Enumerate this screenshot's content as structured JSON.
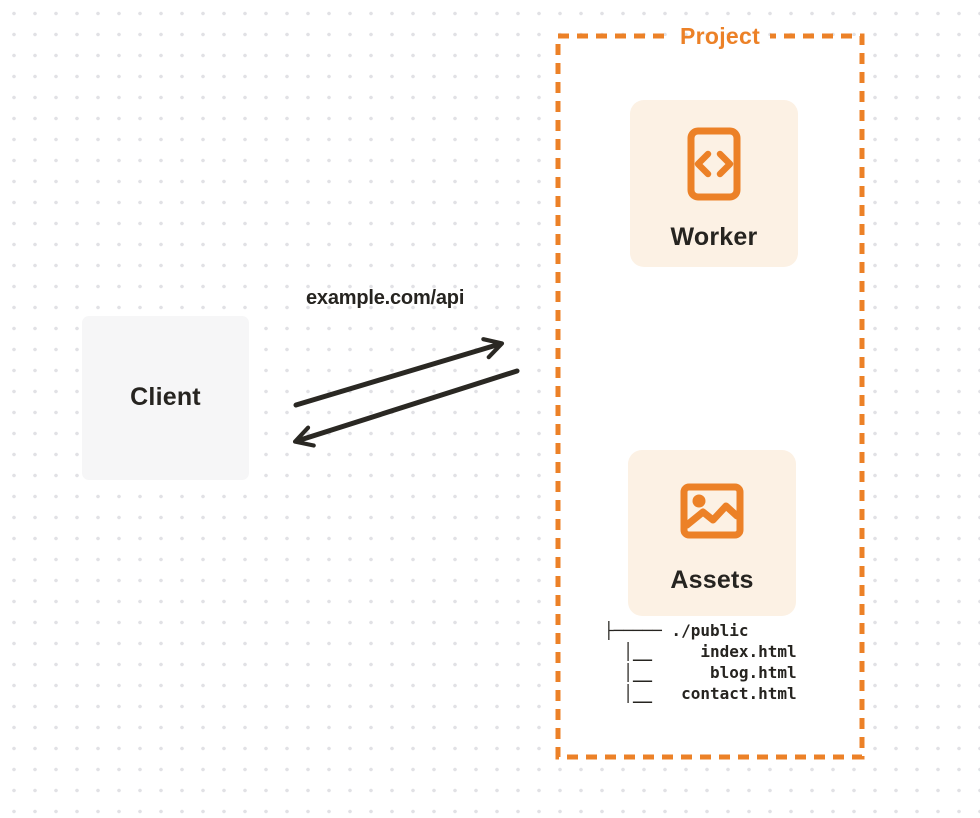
{
  "colors": {
    "accent_orange": "#ec8127",
    "panel_cream": "#fcf1e4",
    "client_gray": "#f6f6f7",
    "ink": "#262420",
    "dot_grid": "#e1e1e5"
  },
  "diagram": {
    "client": {
      "label": "Client"
    },
    "request": {
      "label": "example.com/api"
    },
    "project": {
      "label": "Project",
      "worker": {
        "label": "Worker",
        "icon": "code-file-icon"
      },
      "assets": {
        "label": "Assets",
        "icon": "image-picture-icon"
      },
      "file_tree": [
        "├───── ./public",
        "  │__     index.html",
        "  │__      blog.html",
        "  │__   contact.html"
      ]
    }
  }
}
